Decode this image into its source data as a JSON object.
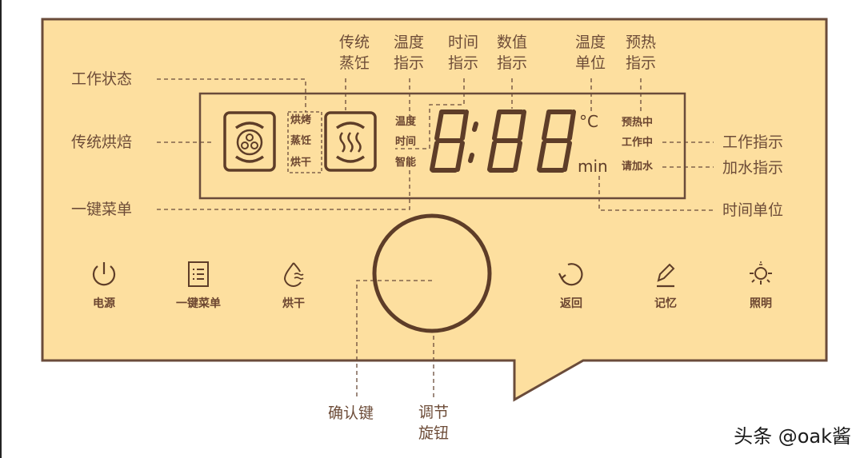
{
  "panel": {
    "fill": "#fddf9f",
    "stroke": "#6a4b3a",
    "ink": "#5e3d28"
  },
  "display": {
    "mode_icons": [
      "fan-bake-icon",
      "steam-icon"
    ],
    "status_group_1": [
      "烘烤",
      "蒸饪",
      "烘干"
    ],
    "indicator_group": [
      "温度",
      "时间",
      "智能"
    ],
    "digits": "8:88",
    "temp_unit": "°C",
    "time_unit": "min",
    "status_group_2": [
      "预热中",
      "工作中",
      "请加水"
    ]
  },
  "callouts": {
    "top": [
      {
        "line1": "传统",
        "line2": "蒸饪"
      },
      {
        "line1": "温度",
        "line2": "指示"
      },
      {
        "line1": "时间",
        "line2": "指示"
      },
      {
        "line1": "数值",
        "line2": "指示"
      },
      {
        "line1": "温度",
        "line2": "单位"
      },
      {
        "line1": "预热",
        "line2": "指示"
      }
    ],
    "left": [
      "工作状态",
      "传统烘焙",
      "一键菜单"
    ],
    "right": [
      "工作指示",
      "加水指示",
      "时间单位"
    ],
    "bottom": [
      {
        "line1": "确认键",
        "line2": ""
      },
      {
        "line1": "调节",
        "line2": "旋钮"
      }
    ]
  },
  "buttons": [
    {
      "label": "电源",
      "icon": "power-icon"
    },
    {
      "label": "一键菜单",
      "icon": "menu-list-icon"
    },
    {
      "label": "烘干",
      "icon": "drop-dry-icon"
    },
    {
      "label": "返回",
      "icon": "undo-icon"
    },
    {
      "label": "记忆",
      "icon": "pencil-icon"
    },
    {
      "label": "照明",
      "icon": "light-icon"
    }
  ],
  "watermark": "头条 @oak酱"
}
